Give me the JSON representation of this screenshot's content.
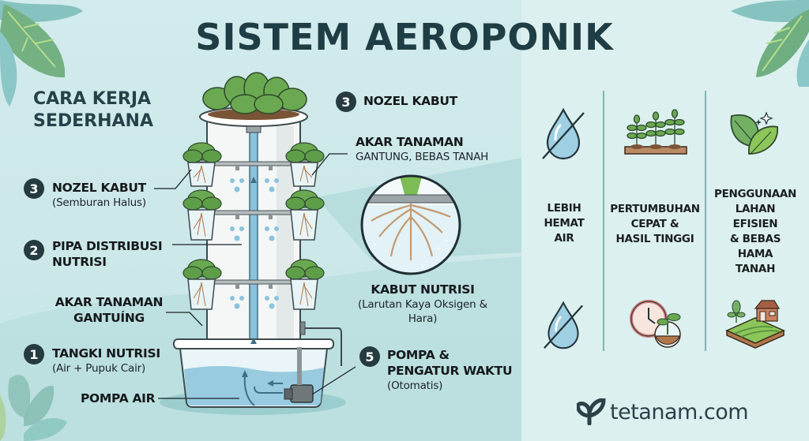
{
  "title": "SISTEM AEROPONIK",
  "subtitle": {
    "line1": "CARA KERJA",
    "line2": "SEDERHANA"
  },
  "diagram_labels": {
    "nozzle_top": {
      "badge": "3",
      "head": "NOZEL KABUT"
    },
    "roots_top": {
      "head": "AKAR TANAMAN",
      "sub": "GANTUNG, BEBAS TANAH"
    },
    "nozzle_left": {
      "badge": "3",
      "head": "NOZEL KABUT",
      "sub": "(Semburan Halus)"
    },
    "pipe": {
      "badge": "2",
      "head_line1": "PIPA DISTRIBUSI",
      "head_line2": "NUTRISI"
    },
    "roots_left": {
      "head_line1": "AKAR TANAMAN",
      "head_line2": "GANTUÍNG"
    },
    "tank": {
      "badge": "1",
      "head": "TANGKI NUTRISI",
      "sub": "(Air + Pupuk Cair)"
    },
    "pump": {
      "head": "POMPA AIR"
    },
    "mist": {
      "head": "KABUT NUTRISI",
      "sub_line1": "(Larutan Kaya Oksigen &",
      "sub_line2": "Hara)"
    },
    "pump_timer": {
      "badge": "5",
      "head_line1": "POMPA &",
      "head_line2": "PENGATUR WAKTU",
      "sub": "(Otomatis)"
    }
  },
  "benefits": [
    {
      "label_lines": [
        "LEBIH",
        "HEMAT",
        "AIR"
      ],
      "icon_top": "water-drop-crossed-icon",
      "icon_bottom": "water-drop-crossed-icon"
    },
    {
      "label_lines": [
        "PERTUMBUHAN",
        "CEPAT &",
        "HASIL TINGGI"
      ],
      "icon_top": "sprouts-row-icon",
      "icon_bottom": "clock-seedling-icon"
    },
    {
      "label_lines": [
        "PENGGUNAAN",
        "LAHAN",
        "EFISIEN",
        "& BEBAS",
        "HAMA",
        "TANAH"
      ],
      "icon_top": "leaves-sparkle-icon",
      "icon_bottom": "farm-land-icon"
    }
  ],
  "brand": {
    "name": "tetanam.com"
  },
  "colors": {
    "title": "#1f3d44",
    "badge": "#253b40",
    "background_left": "#cde9ea",
    "background_right": "#dcf0f0",
    "leaf_green": "#5b9a4c",
    "water_blue": "#8cc3dc",
    "divider": "#7fb6b2"
  }
}
